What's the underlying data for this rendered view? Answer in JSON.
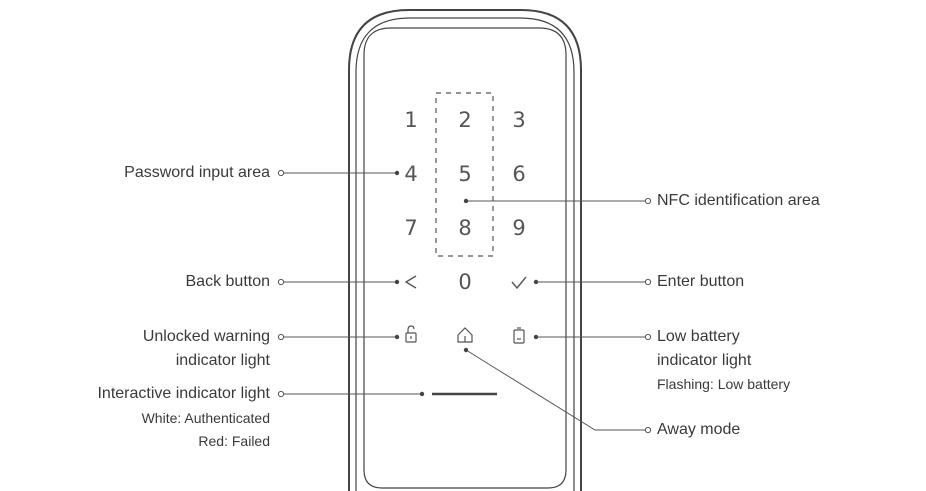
{
  "keypad": {
    "keys": [
      "1",
      "2",
      "3",
      "4",
      "5",
      "6",
      "7",
      "8",
      "9",
      "0"
    ]
  },
  "icons": {
    "back": "chevron-left-icon",
    "enter": "checkmark-icon",
    "unlocked": "padlock-icon",
    "away": "home-icon",
    "battery": "battery-icon"
  },
  "callouts": {
    "password_input_area": "Password input area",
    "nfc_area": "NFC identification area",
    "back_button": "Back button",
    "enter_button": "Enter button",
    "unlocked_warning_line1": "Unlocked warning",
    "unlocked_warning_line2": "indicator light",
    "low_battery_line1": "Low battery",
    "low_battery_line2": "indicator light",
    "low_battery_note": "Flashing: Low battery",
    "interactive_indicator": "Interactive indicator light",
    "interactive_white": "White: Authenticated",
    "interactive_red": "Red: Failed",
    "away_mode": "Away mode"
  },
  "colors": {
    "line": "#555555",
    "text": "#3a3a3a",
    "device_outline": "#444444"
  }
}
